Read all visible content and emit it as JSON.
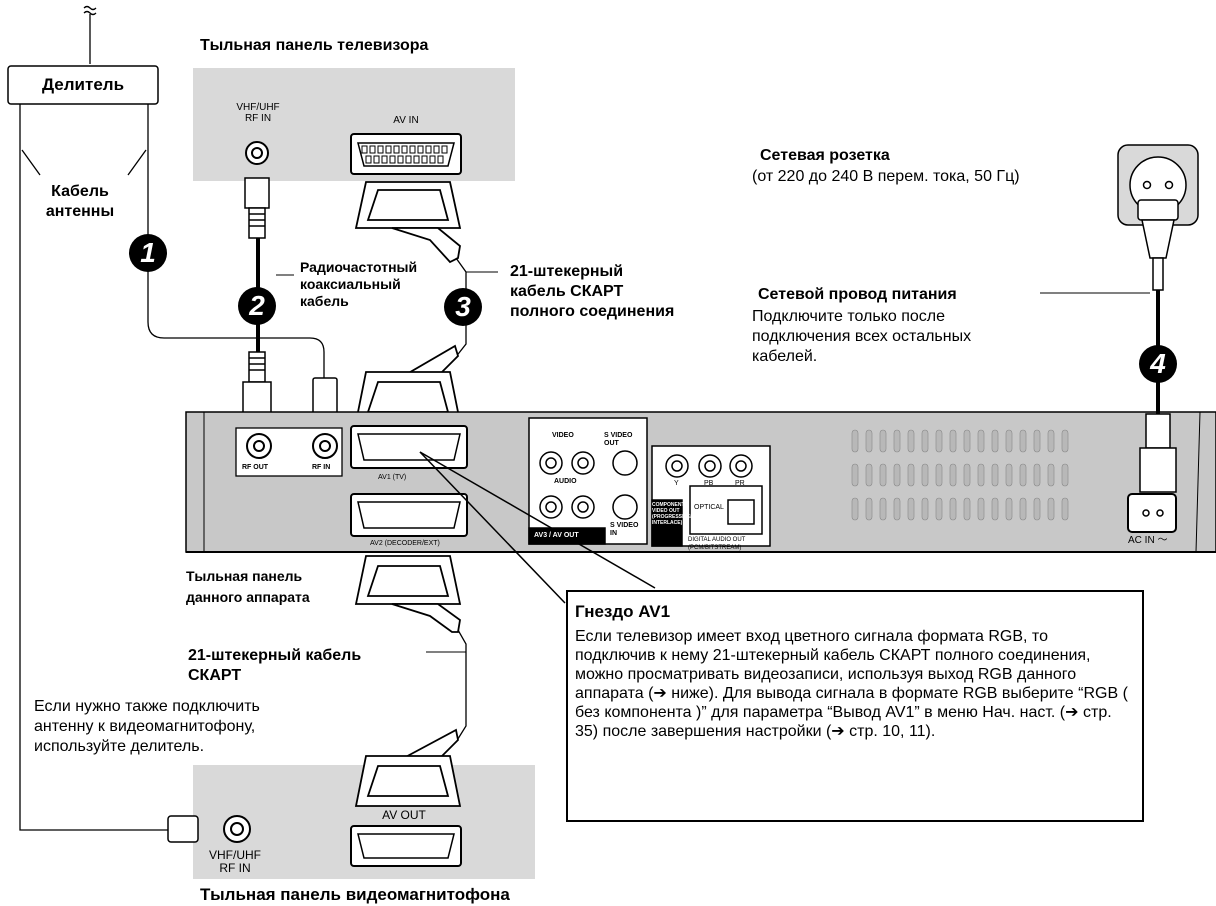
{
  "labels": {
    "splitter": "Делитель",
    "antenna_cable": "Кабель антенны",
    "tv_rear": "Тыльная панель телевизора",
    "tv_rf_in": "VHF/UHF\nRF IN",
    "tv_av_in": "AV IN",
    "coax_cable": "Радиочастотный коаксиальный кабель",
    "scart_full_tv": "21-штекерный кабель СКАРТ полного соединения",
    "outlet_title": "Сетевая розетка",
    "outlet_spec": "(от 220 до 240 В перем. тока, 50 Гц)",
    "power_cord_title": "Сетевой провод питания",
    "power_cord_note": "Подключите только после подключения всех остальных кабелей.",
    "unit_rear": "Тыльная панель данного аппарата",
    "scart_cable_vcr": "21-штекерный кабель СКАРТ",
    "vcr_note": "Если нужно также подключить антенну к видеомагнитофону, используйте делитель.",
    "vcr_rear": "Тыльная панель видеомагнитофона",
    "vcr_av_out": "AV OUT",
    "vcr_rf_in": "VHF/UHF\nRF IN"
  },
  "steps": [
    "1",
    "2",
    "3",
    "4"
  ],
  "device_ports": {
    "rf_out": "RF OUT",
    "rf_in": "RF IN",
    "av1": "AV1  (TV)",
    "av2": "AV2  (DECODER/EXT)",
    "video_group": "VIDEO",
    "audio_group": "AUDIO",
    "s_video_out": "S VIDEO OUT",
    "s_video_in": "S VIDEO IN",
    "av3_out": "AV3 / AV OUT",
    "component_out": "COMPONENT VIDEO OUT (PROGRESSIVE/ INTERLACE)",
    "component_labels": [
      "Y",
      "PB",
      "PR"
    ],
    "optical": "OPTICAL",
    "digital_audio_out": "DIGITAL AUDIO OUT (PCM/BITSTREAM)",
    "ac_in": "AC IN ～"
  },
  "av1_box": {
    "title": "Гнездо AV1",
    "body": "Если телевизор имеет вход цветного сигнала формата RGB, то подключив к нему 21-штекерный кабель СКАРТ полного соединения, можно просматривать видеозаписи, используя выход RGB данного аппарата (➔ ниже). Для вывода сигнала в формате RGB выберите “RGB ( без компонента )” для параметра “Вывод AV1” в меню Нач. наст. (➔ стр. 35) после завершения настройки (➔ стр. 10, 11)."
  },
  "colors": {
    "panel_gray": "#d9d9d9",
    "device_gray": "#c8c8c8",
    "ink": "#000000"
  }
}
